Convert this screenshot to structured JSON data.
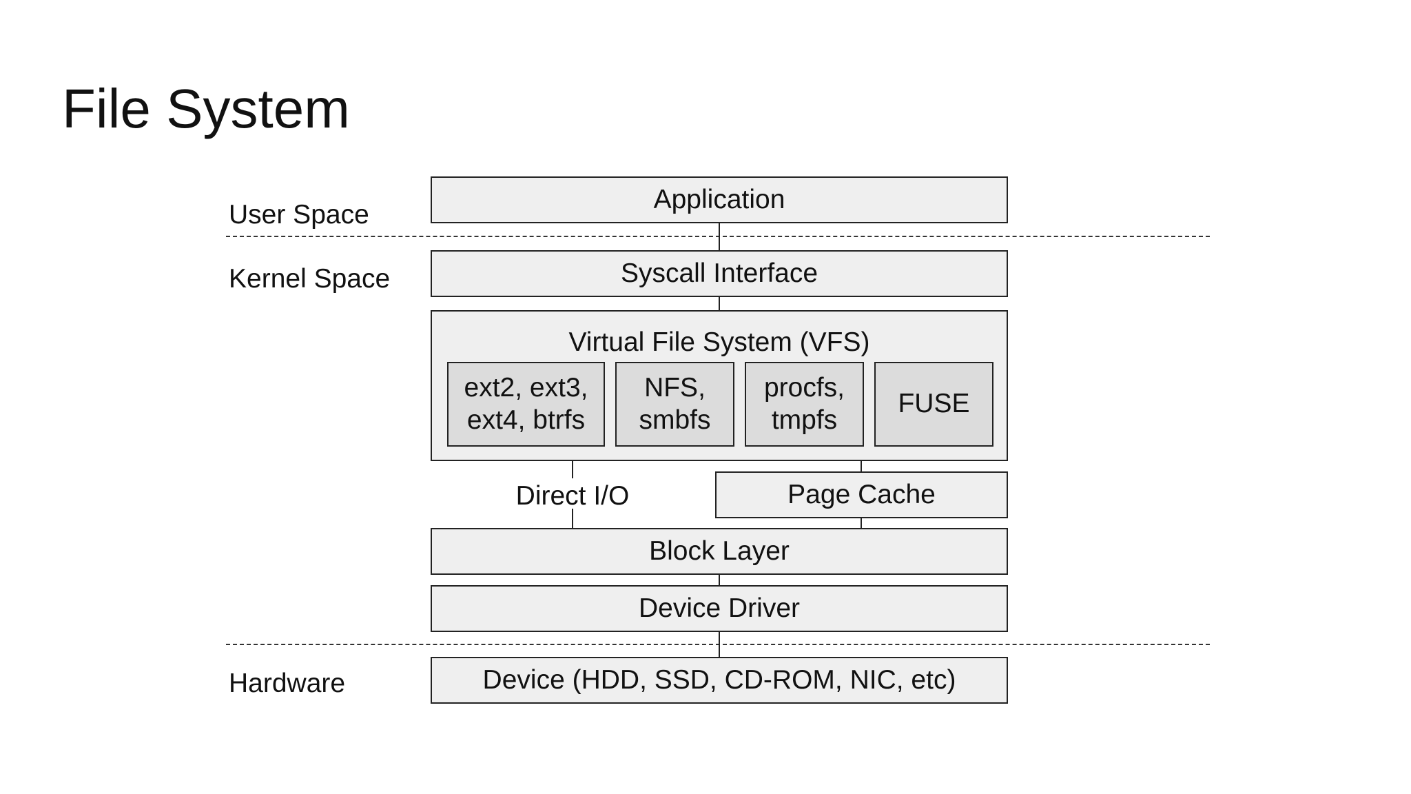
{
  "title": "File System",
  "regions": {
    "user_space": "User Space",
    "kernel_space": "Kernel Space",
    "hardware": "Hardware"
  },
  "layers": {
    "application": "Application",
    "syscall_interface": "Syscall Interface",
    "vfs": "Virtual File System (VFS)",
    "page_cache": "Page Cache",
    "direct_io": "Direct I/O",
    "block_layer": "Block Layer",
    "device_driver": "Device Driver",
    "device": "Device (HDD, SSD, CD-ROM, NIC, etc)"
  },
  "filesystems": [
    {
      "line1": "ext2, ext3,",
      "line2": "ext4, btrfs"
    },
    {
      "line1": "NFS,",
      "line2": "smbfs"
    },
    {
      "line1": "procfs,",
      "line2": "tmpfs"
    },
    {
      "line1": "FUSE"
    }
  ],
  "colors": {
    "layer_fill": "#efefef",
    "filesystem_fill": "#dcdcdc",
    "outline": "#222222"
  }
}
